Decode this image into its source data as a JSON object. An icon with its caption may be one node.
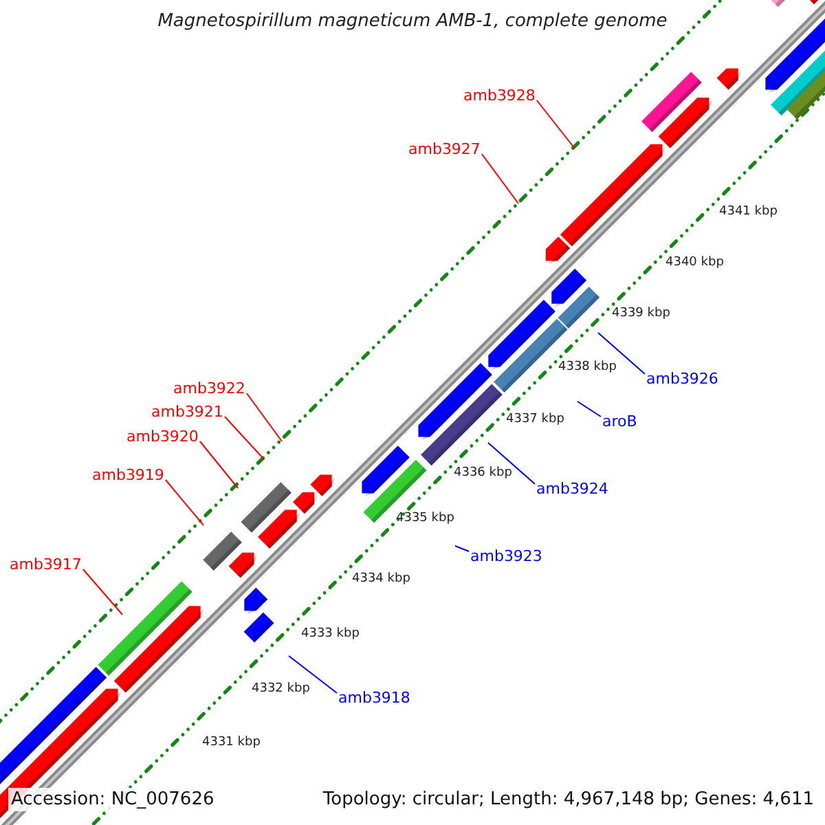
{
  "diagram": {
    "title": "Magnetospirillum magneticum AMB-1, complete genome",
    "nodes": [
      {
        "text": [
          "amb3928"
        ]
      },
      {
        "text": [
          "amb3927"
        ]
      },
      {
        "text": [
          "amb3922"
        ]
      },
      {
        "text": [
          "amb3921"
        ]
      },
      {
        "text": [
          "amb3920"
        ]
      },
      {
        "text": [
          "amb3919"
        ]
      },
      {
        "text": [
          "amb3917"
        ]
      },
      {
        "text": [
          "amb3926"
        ]
      },
      {
        "text": [
          "aroB"
        ]
      },
      {
        "text": [
          "amb3924"
        ]
      },
      {
        "text": [
          "amb3923"
        ]
      },
      {
        "text": [
          "amb3918"
        ]
      }
    ],
    "edges": [
      {
        "from": 0,
        "to": null,
        "arrow": "none"
      },
      {
        "from": 1,
        "to": null,
        "arrow": "none"
      },
      {
        "from": 2,
        "to": null,
        "arrow": "none"
      },
      {
        "from": 3,
        "to": null,
        "arrow": "none"
      },
      {
        "from": 4,
        "to": null,
        "arrow": "none"
      },
      {
        "from": 5,
        "to": null,
        "arrow": "none"
      },
      {
        "from": 6,
        "to": null,
        "arrow": "none"
      },
      {
        "from": 7,
        "to": null,
        "arrow": "none",
        "color": "#0000ff"
      },
      {
        "from": 8,
        "to": null,
        "arrow": "none",
        "color": "#0000ff"
      },
      {
        "from": 9,
        "to": null,
        "arrow": "none",
        "color": "#0000ff"
      },
      {
        "from": 10,
        "to": null,
        "arrow": "none",
        "color": "#0000ff"
      },
      {
        "from": 11,
        "to": null,
        "arrow": "none",
        "color": "#0000ff"
      }
    ],
    "labels": [
      "4341 kbp",
      "4340 kbp",
      "4339 kbp",
      "4338 kbp",
      "4337 kbp",
      "4336 kbp",
      "4335 kbp",
      "4334 kbp",
      "4333 kbp",
      "4332 kbp",
      "4331 kbp",
      "Accession: NC_007626",
      "Topology: circular; Length: 4,967,148 bp; Genes: 4,611"
    ]
  }
}
